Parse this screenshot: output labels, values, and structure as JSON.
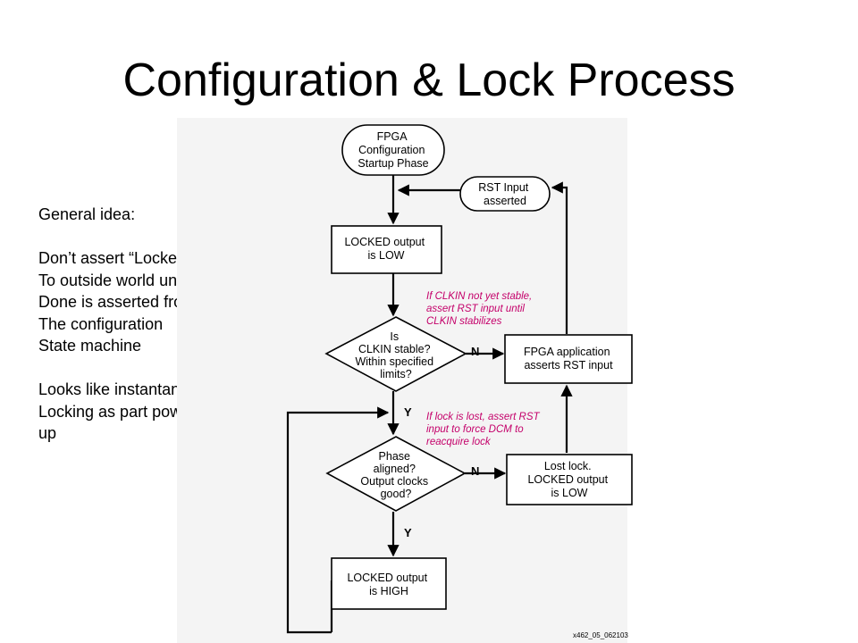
{
  "title": "Configuration & Lock Process",
  "notes": {
    "heading": "General idea:",
    "para1": [
      "Don’t assert “Locked”",
      "To outside world until",
      "Done is asserted from",
      "The configuration",
      "State machine"
    ],
    "para2": [
      "Looks like instantaneous",
      "Locking as part powers",
      "up"
    ]
  },
  "flowchart": {
    "start": [
      "FPGA",
      "Configuration",
      "Startup Phase"
    ],
    "rst_input": [
      "RST Input",
      "asserted"
    ],
    "locked_low": [
      "LOCKED output",
      "is LOW"
    ],
    "clkin_decision": [
      "Is",
      "CLKIN stable?",
      "Within specified",
      "limits?"
    ],
    "app_rst": [
      "FPGA application",
      "asserts RST input"
    ],
    "phase_decision": [
      "Phase",
      "aligned?",
      "Output clocks",
      "good?"
    ],
    "lost_lock": [
      "Lost lock.",
      "LOCKED output",
      "is LOW"
    ],
    "locked_high": [
      "LOCKED output",
      "is HIGH"
    ],
    "note_clkin": [
      "If CLKIN not yet stable,",
      "assert RST input until",
      "CLKIN stabilizes"
    ],
    "note_lock": [
      "If lock is lost, assert RST",
      "input to force DCM to",
      "reacquire lock"
    ],
    "label_n": "N",
    "label_y": "Y",
    "figure_id": "x462_05_062103"
  }
}
